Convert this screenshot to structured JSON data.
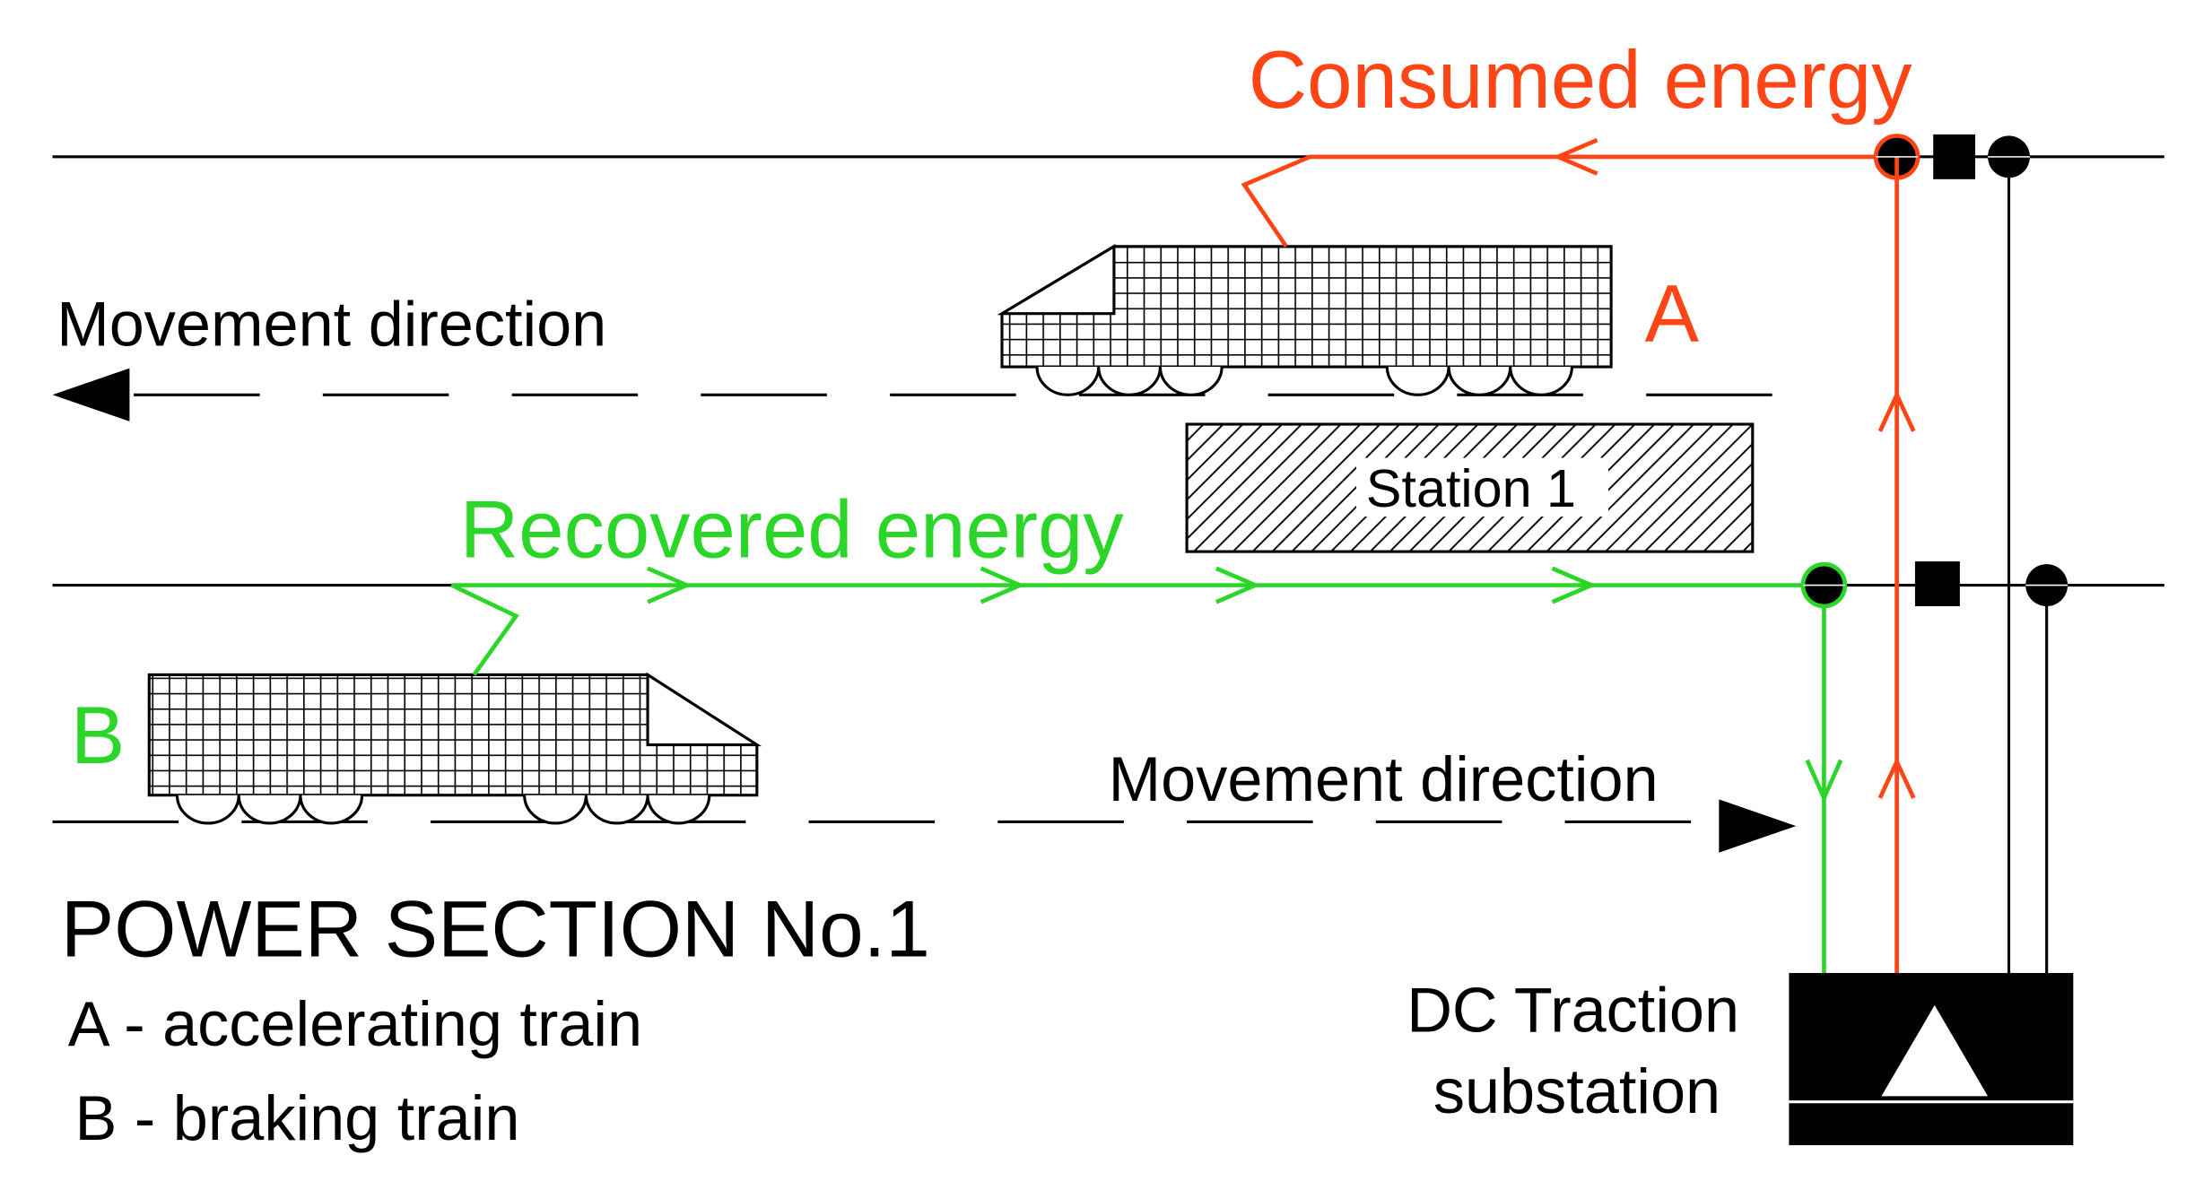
{
  "labels": {
    "consumed_energy": "Consumed energy",
    "recovered_energy": "Recovered energy",
    "movement_direction_top": "Movement direction",
    "movement_direction_bottom": "Movement direction",
    "train_a_letter": "A",
    "train_b_letter": "B",
    "station": "Station 1",
    "section_title": "POWER SECTION No.1",
    "legend_a": "A - accelerating train",
    "legend_b": "B - braking train",
    "substation_line1": "DC Traction",
    "substation_line2": "substation"
  },
  "colors": {
    "consumed": "#ff4415",
    "recovered": "#2bd629",
    "line": "#000000",
    "background": "#ffffff"
  }
}
